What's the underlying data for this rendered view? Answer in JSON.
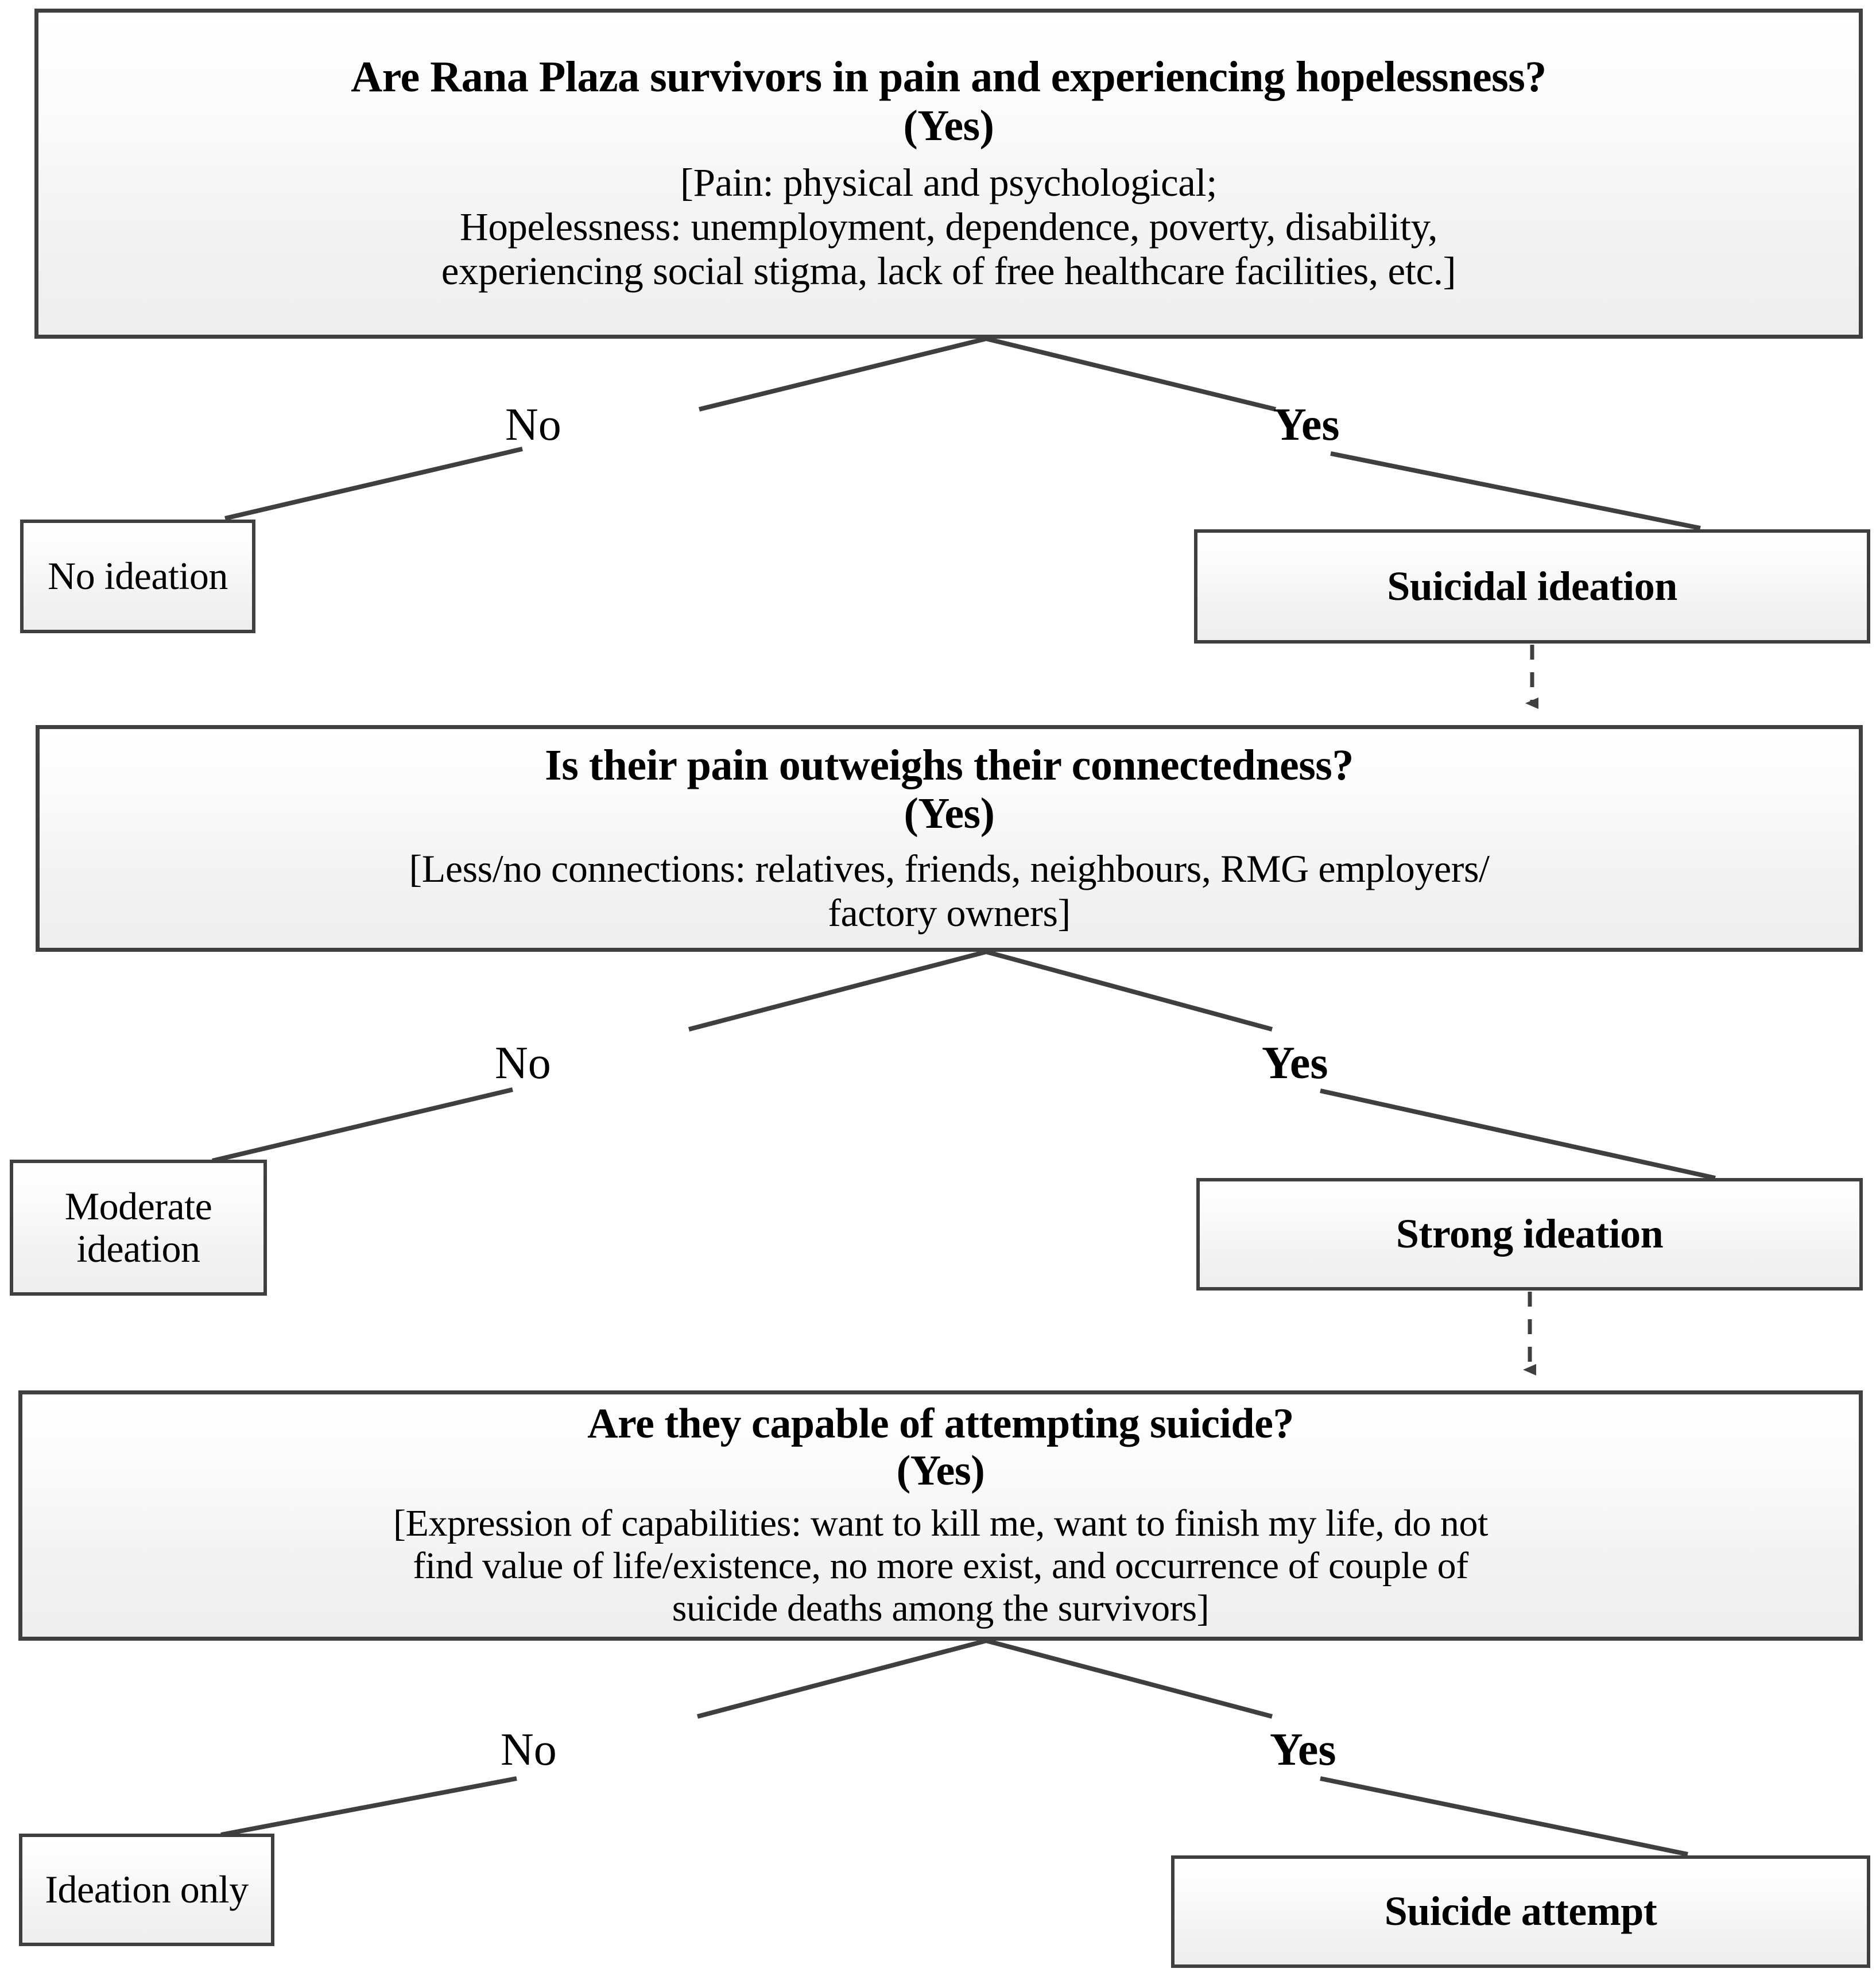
{
  "diagram": {
    "type": "decision-flowchart",
    "nodes": {
      "q1": {
        "title": "Are Rana Plaza survivors in pain and experiencing hopelessness?",
        "answer": "(Yes)",
        "detail_line1": "[Pain: physical and psychological;",
        "detail_line2": "Hopelessness: unemployment, dependence, poverty, disability,",
        "detail_line3": "experiencing social stigma, lack of free healthcare facilities, etc.]"
      },
      "no_ideation": {
        "label": "No ideation"
      },
      "suicidal_ideation": {
        "label": "Suicidal ideation"
      },
      "q2": {
        "title": "Is their pain outweighs their connectedness?",
        "answer": "(Yes)",
        "detail_line1": "[Less/no connections: relatives, friends, neighbours, RMG employers/",
        "detail_line2": "factory owners]"
      },
      "moderate_ideation": {
        "label_line1": "Moderate",
        "label_line2": "ideation"
      },
      "strong_ideation": {
        "label": "Strong ideation"
      },
      "q3": {
        "title": "Are they capable of attempting suicide?",
        "answer": "(Yes)",
        "detail_line1": "[Expression of  capabilities: want to kill me, want to finish my life, do not",
        "detail_line2": "find  value of life/existence, no more exist, and occurrence of couple of",
        "detail_line3": "suicide deaths among the survivors]"
      },
      "ideation_only": {
        "label": "Ideation only"
      },
      "suicide_attempt": {
        "label": "Suicide attempt"
      }
    },
    "branch_labels": {
      "no_1": "No",
      "yes_1": "Yes",
      "no_2": "No",
      "yes_2": "Yes",
      "no_3": "No",
      "yes_3": "Yes"
    },
    "colors": {
      "border": "#3f3f3f",
      "connector": "#3f3f3f",
      "fill_top": "#ffffff",
      "fill_bottom": "#eeeeee",
      "text": "#000000"
    }
  }
}
